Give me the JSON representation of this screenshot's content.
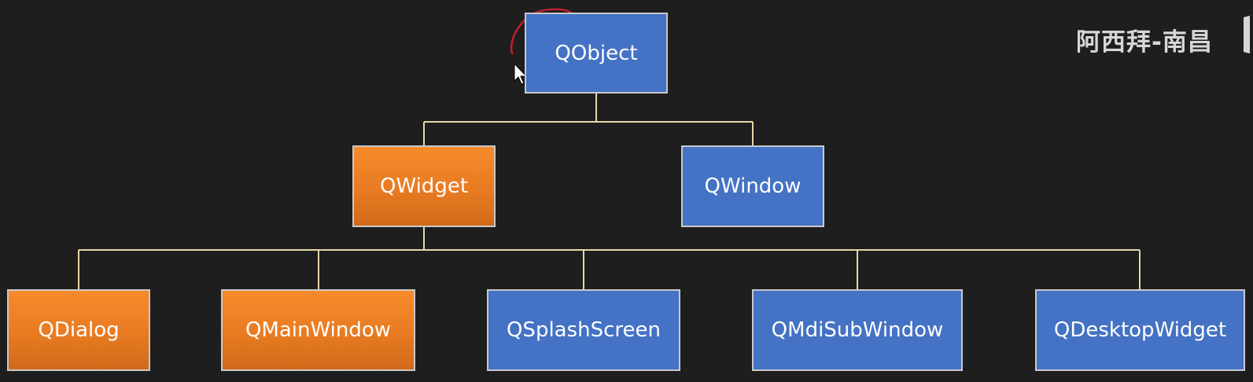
{
  "watermark": "阿西拜-南昌",
  "colors": {
    "background": "#1e1e1e",
    "blue_node": "#4472c4",
    "orange_node": "#e87b22",
    "connector": "#e6d7a6",
    "annotation": "#c0202a"
  },
  "tree": {
    "root": {
      "label": "QObject",
      "color": "blue"
    },
    "level1": [
      {
        "label": "QWidget",
        "color": "orange"
      },
      {
        "label": "QWindow",
        "color": "blue"
      }
    ],
    "level2": [
      {
        "label": "QDialog",
        "color": "orange"
      },
      {
        "label": "QMainWindow",
        "color": "orange"
      },
      {
        "label": "QSplashScreen",
        "color": "blue"
      },
      {
        "label": "QMdiSubWindow",
        "color": "blue"
      },
      {
        "label": "QDesktopWidget",
        "color": "blue"
      }
    ]
  }
}
